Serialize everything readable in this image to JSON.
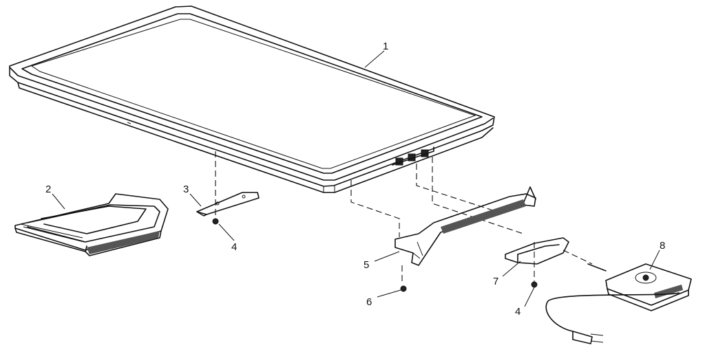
{
  "callouts": {
    "griddle_plate": "1",
    "drip_tray": "2",
    "bracket_small": "3",
    "screw_left": "4",
    "screw_right": "4",
    "leg_bracket": "5",
    "bolt": "6",
    "heater_shield": "7",
    "control_probe": "8"
  },
  "colors": {
    "ink": "#111111",
    "background": "#ffffff"
  }
}
